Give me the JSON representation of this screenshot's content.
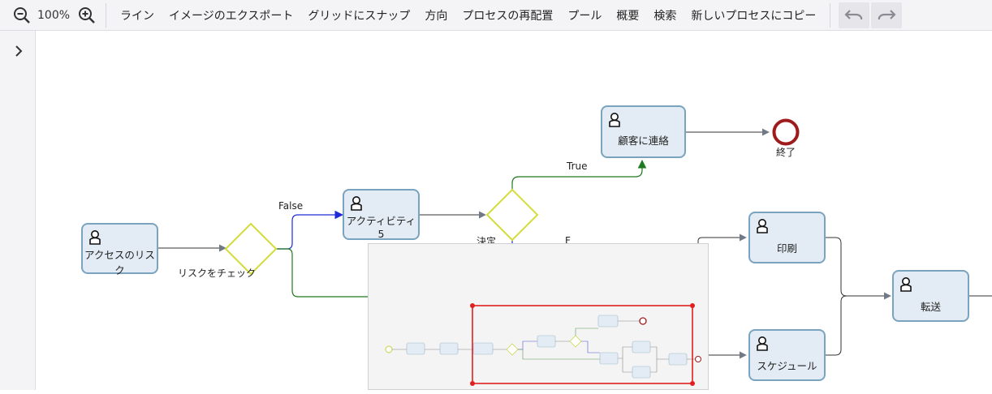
{
  "toolbar": {
    "zoom_level": "100%",
    "menu": [
      "ライン",
      "イメージのエクスポート",
      "グリッドにスナップ",
      "方向",
      "プロセスの再配置",
      "プール",
      "概要",
      "検索",
      "新しいプロセスにコピー"
    ]
  },
  "diagram": {
    "tasks": {
      "access_risk": "アクセスのリスク",
      "activity5": "アクティビティ 5",
      "contact": "顧客に連絡",
      "print": "印刷",
      "schedule": "スケジュール",
      "transfer": "転送"
    },
    "gateways": {
      "check_risk": "リスクをチェック",
      "decision": "決定"
    },
    "end_event": "終了",
    "flow_labels": {
      "false": "False",
      "true": "True",
      "partial": "F"
    }
  },
  "colors": {
    "task_fill": "#e3ecf4",
    "task_border": "#7aa3bf",
    "gateway": "#d4dc3a",
    "end_event": "#9e1b1b",
    "flow_false": "#1f2bd6",
    "flow_true": "#1f7a1f",
    "viewport_frame": "#e02020"
  }
}
